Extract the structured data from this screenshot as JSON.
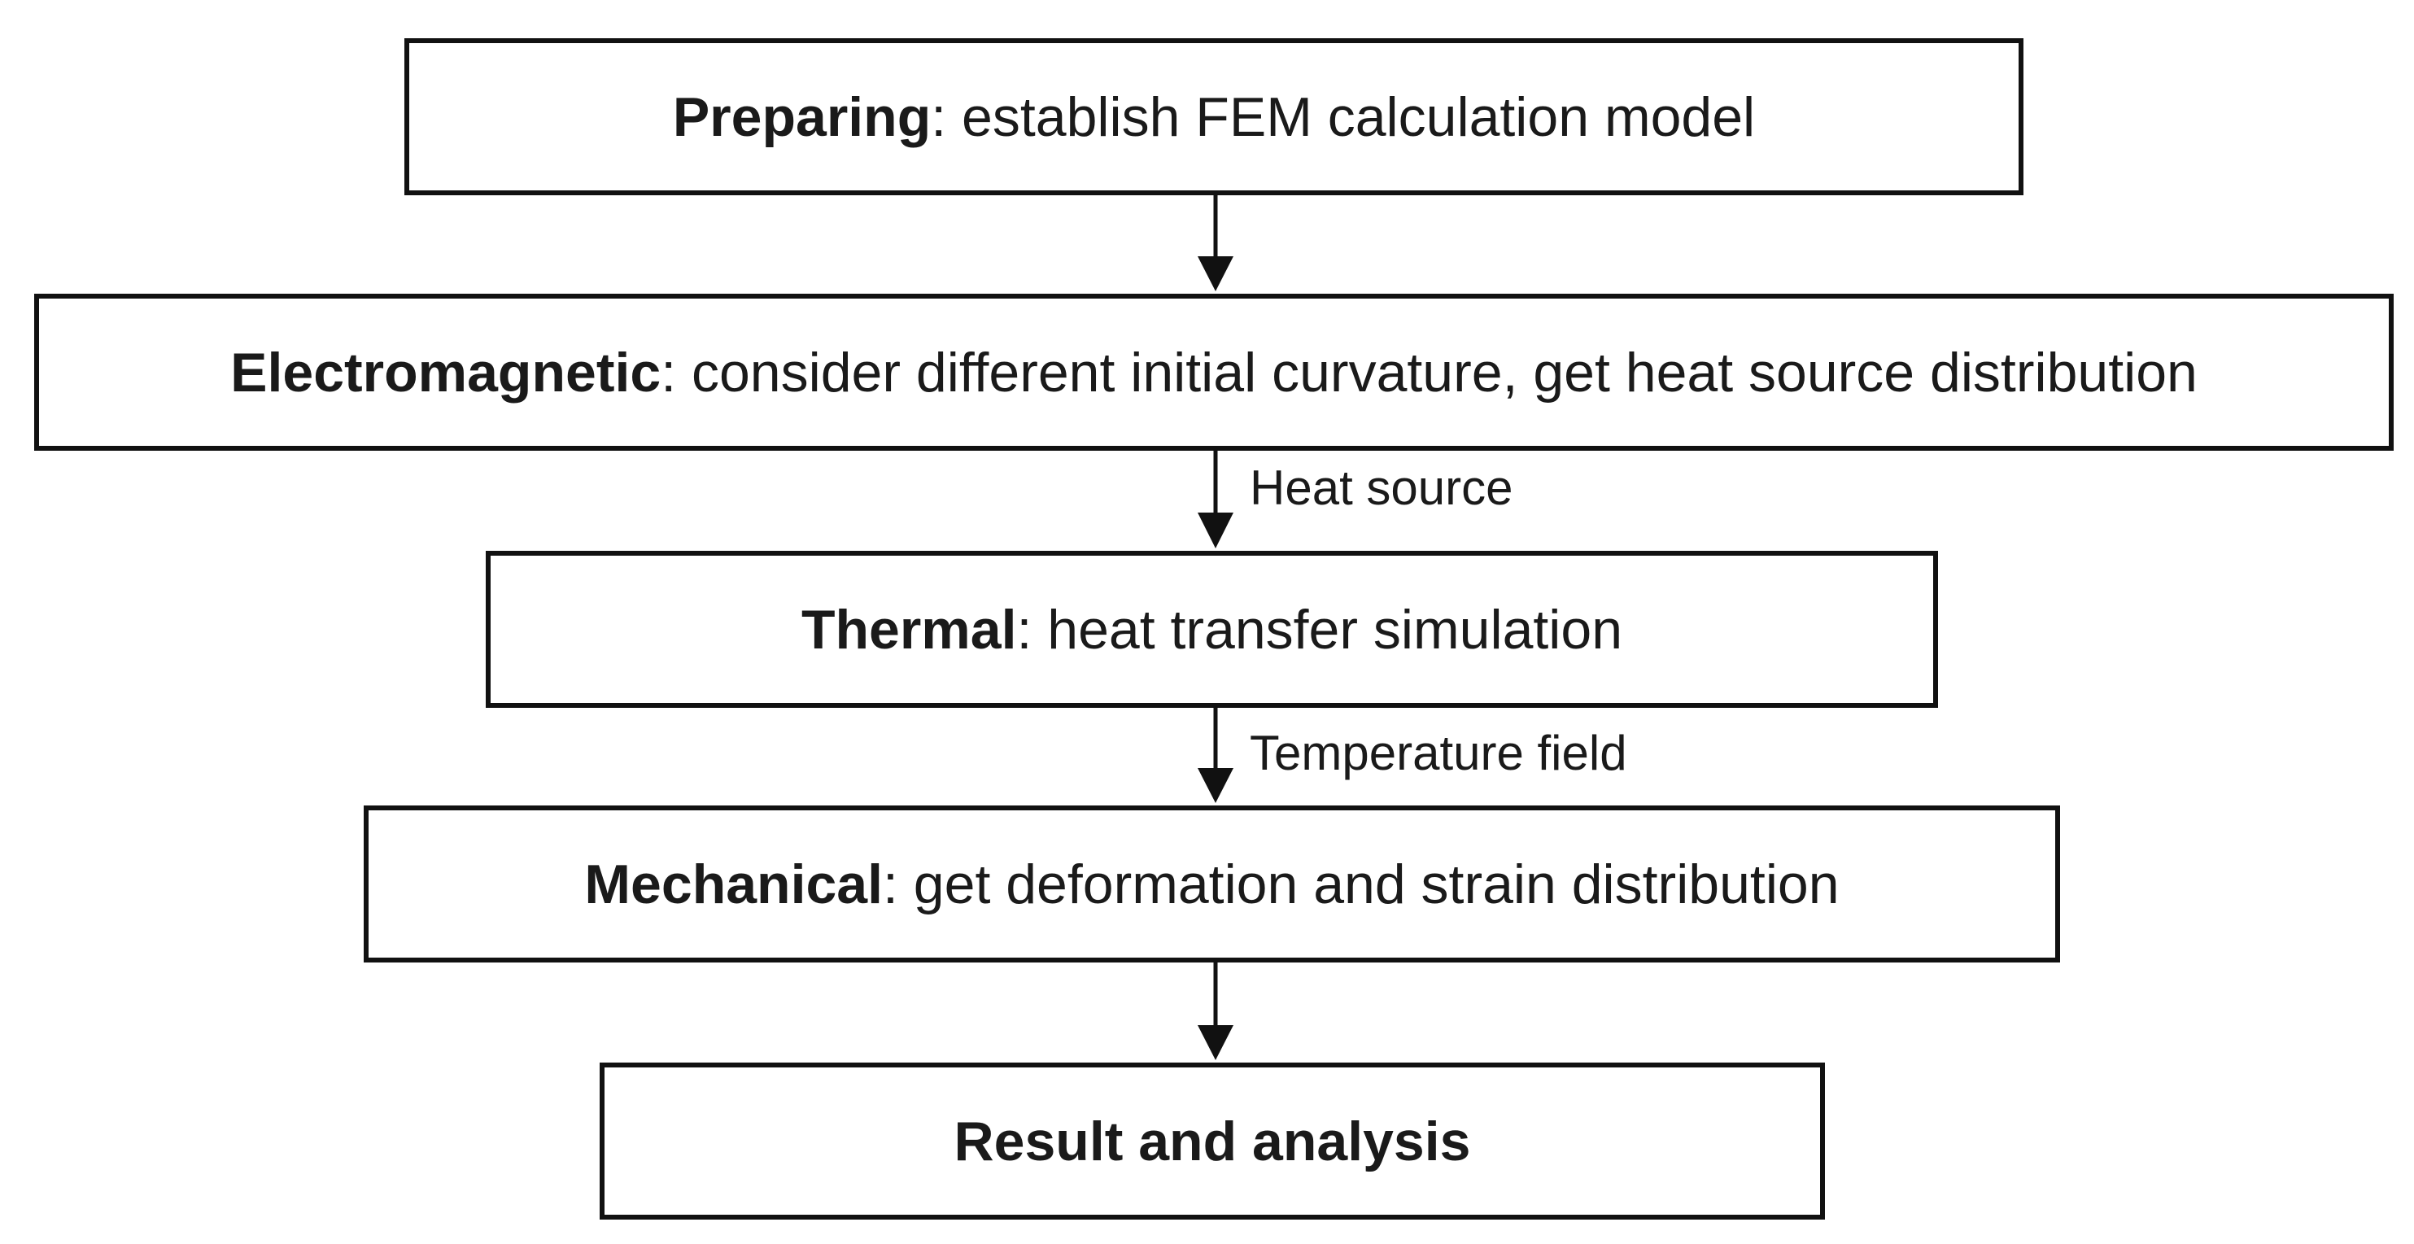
{
  "steps": [
    {
      "head": "Preparing",
      "rest": ": establish FEM calculation model"
    },
    {
      "head": "Electromagnetic",
      "rest": ": consider different initial curvature, get heat source distribution"
    },
    {
      "head": "Thermal",
      "rest": ": heat transfer simulation"
    },
    {
      "head": "Mechanical",
      "rest": ": get deformation and strain distribution"
    },
    {
      "head": "Result and analysis",
      "rest": ""
    }
  ],
  "edges": [
    {
      "label": ""
    },
    {
      "label": "Heat source"
    },
    {
      "label": "Temperature field"
    },
    {
      "label": ""
    }
  ]
}
